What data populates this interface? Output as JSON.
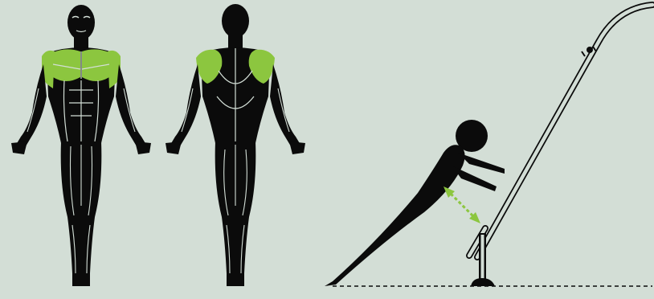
{
  "colors": {
    "background": "#d3ded6",
    "body": "#0b0b0b",
    "muscle_lines": "#d3ded6",
    "highlight": "#8cc63f",
    "equipment": "#0b0b0b",
    "arrow": "#8cc63f"
  },
  "figures": [
    {
      "view": "front",
      "highlighted_muscles": [
        "chest",
        "front-shoulders"
      ]
    },
    {
      "view": "back",
      "highlighted_muscles": [
        "rear-shoulders"
      ]
    }
  ],
  "exercise": {
    "equipment": "inclined-bar",
    "movement": "push-up-motion-arrow",
    "ground": "dashed-line"
  }
}
